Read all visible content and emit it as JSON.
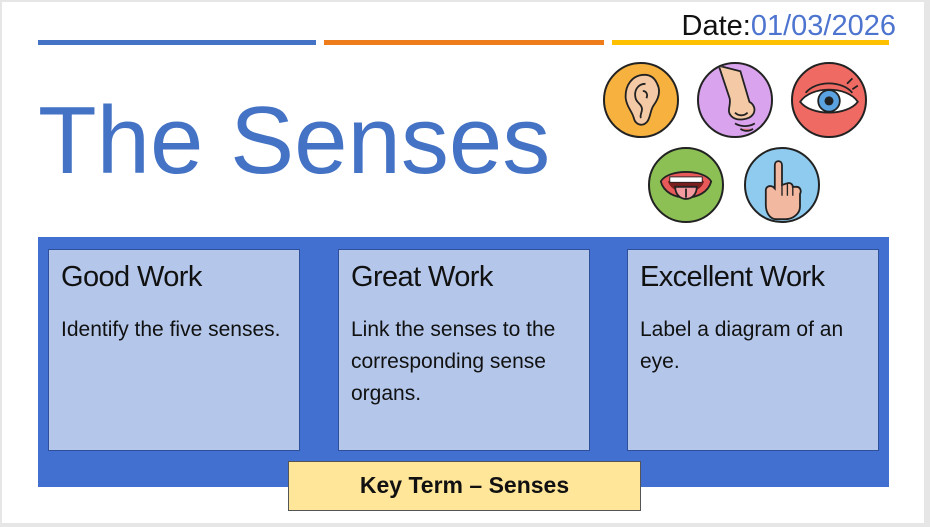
{
  "slide": {
    "date_label": "Date:",
    "date_value": "01/03/2026",
    "title": "The Senses",
    "accent_colors": {
      "blue": "#4472c4",
      "orange": "#ee7c1b",
      "yellow": "#ffc000",
      "panel": "#4170d0",
      "card": "#b4c7ea",
      "key_term": "#ffe699"
    },
    "icons": [
      "ear-icon",
      "nose-icon",
      "eye-icon",
      "tongue-icon",
      "touch-icon"
    ],
    "cards": [
      {
        "title": "Good Work",
        "text": "Identify the five senses."
      },
      {
        "title": "Great Work",
        "text": "Link the senses to the corresponding sense organs."
      },
      {
        "title": "Excellent Work",
        "text": "Label a diagram of an eye."
      }
    ],
    "key_term": "Key Term – Senses"
  }
}
